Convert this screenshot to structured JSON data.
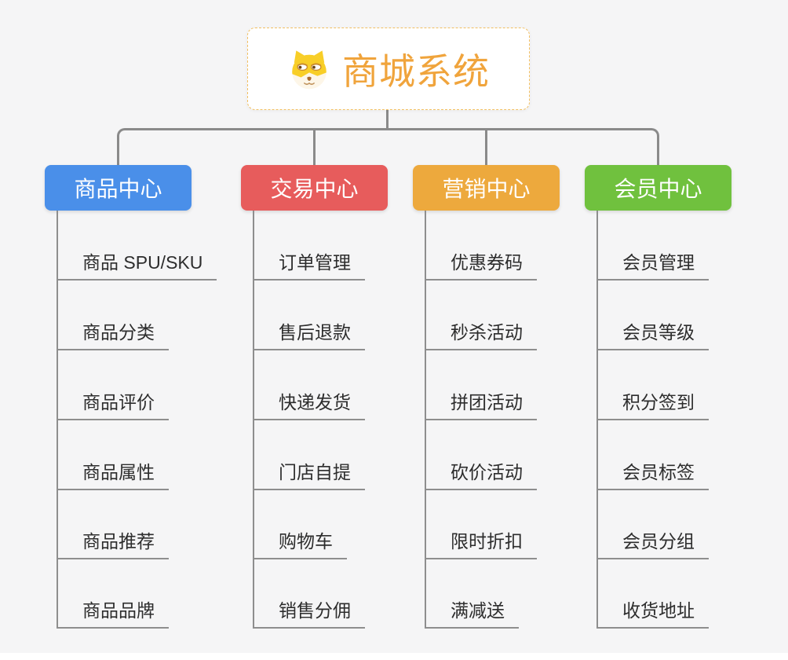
{
  "page": {
    "background_color": "#f5f5f6",
    "connector_color": "#8a8a8a"
  },
  "root": {
    "title": "商城系统",
    "icon": "dog-icon",
    "text_color": "#f0a43c",
    "border_color": "#f2c063"
  },
  "branches": [
    {
      "label": "商品中心",
      "color": "#4a8fe9",
      "items": [
        "商品 SPU/SKU",
        "商品分类",
        "商品评价",
        "商品属性",
        "商品推荐",
        "商品品牌"
      ]
    },
    {
      "label": "交易中心",
      "color": "#e75c5c",
      "items": [
        "订单管理",
        "售后退款",
        "快递发货",
        "门店自提",
        "购物车",
        "销售分佣"
      ]
    },
    {
      "label": "营销中心",
      "color": "#eda93d",
      "items": [
        "优惠券码",
        "秒杀活动",
        "拼团活动",
        "砍价活动",
        "限时折扣",
        "满减送"
      ]
    },
    {
      "label": "会员中心",
      "color": "#70c13e",
      "items": [
        "会员管理",
        "会员等级",
        "积分签到",
        "会员标签",
        "会员分组",
        "收货地址"
      ]
    }
  ]
}
